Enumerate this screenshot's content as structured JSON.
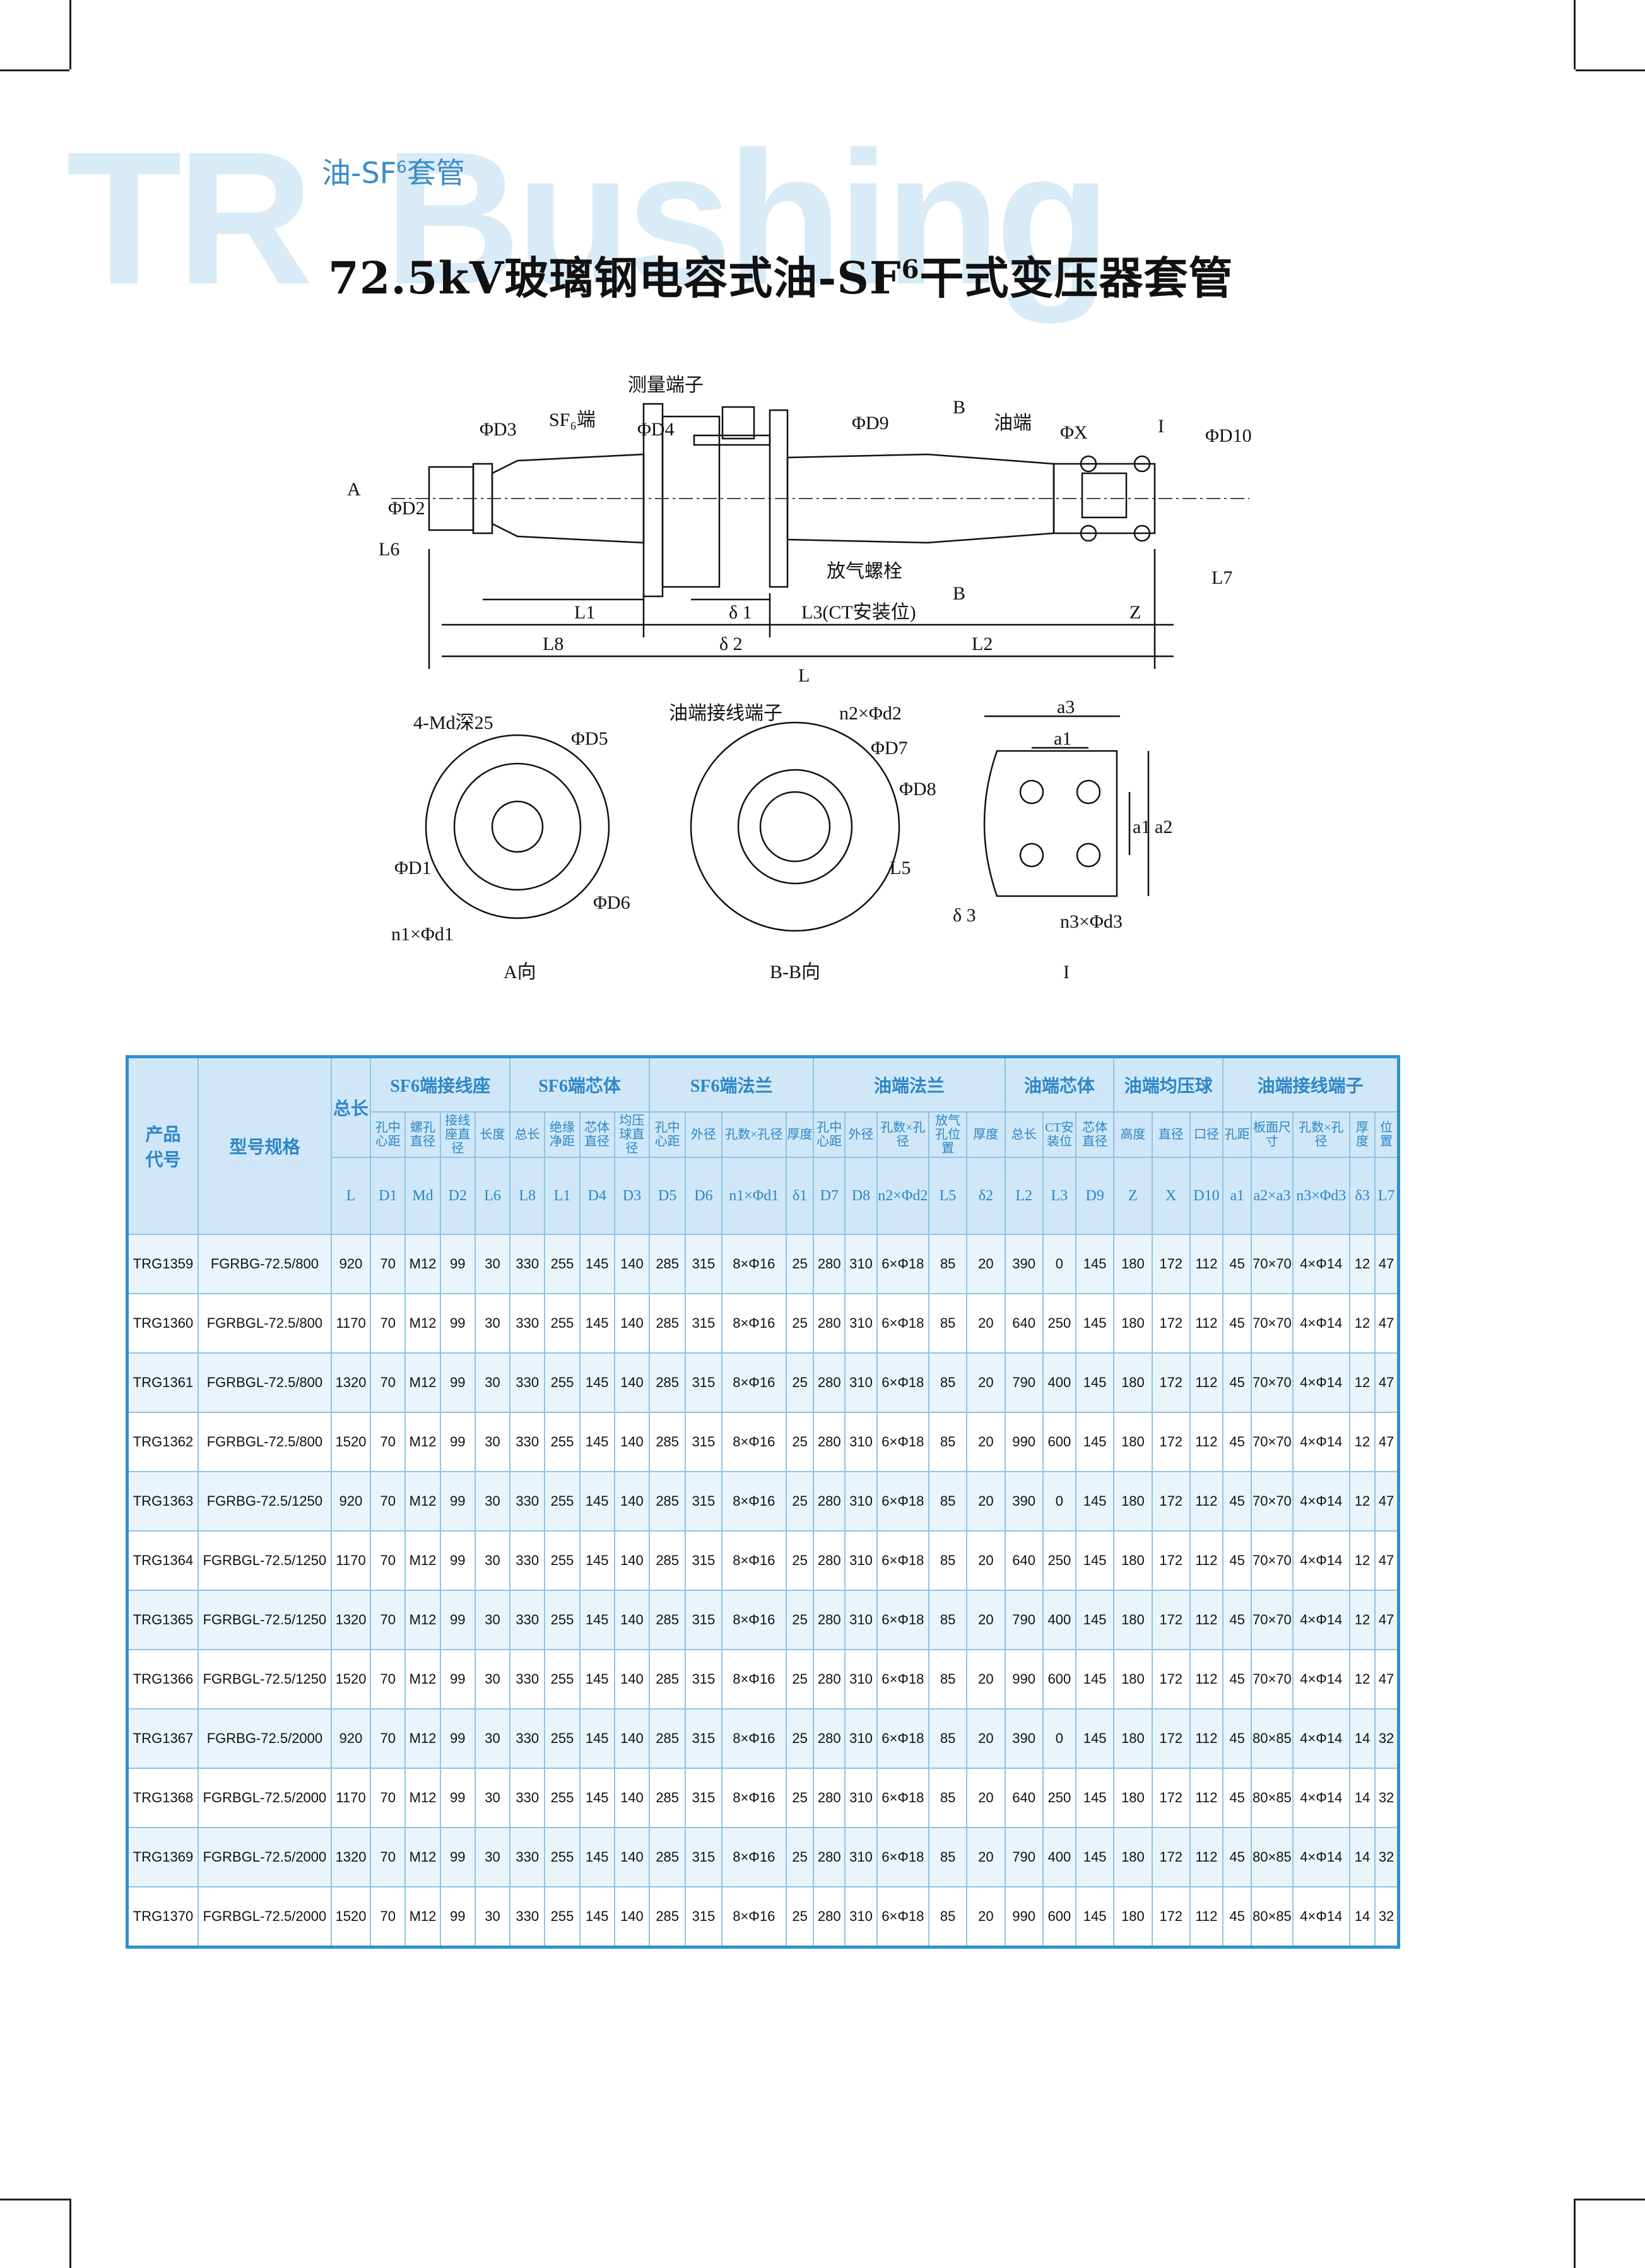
{
  "watermark": {
    "part1": "TR",
    "part2": "Bushing"
  },
  "subtitle": {
    "main": "油-SF",
    "sub": "6",
    "end": "套管"
  },
  "title": {
    "main": "72.5kV玻璃钢电容式油-SF",
    "sub": "6",
    "end": "干式变压器套管"
  },
  "drawing": {
    "labels": {
      "A": "A",
      "D2": "ΦD2",
      "D3": "ΦD3",
      "sf6end": "SF₆端",
      "D4": "ΦD4",
      "measure_terminal": "测量端子",
      "D9": "ΦD9",
      "B_top": "B",
      "oil_end": "油端",
      "X": "ΦX",
      "I_top": "I",
      "D10": "ΦD10",
      "L6": "L6",
      "L1": "L1",
      "delta1": "δ 1",
      "vent_bolt": "放气螺栓",
      "L3": "L3(CT安装位)",
      "B_bottom": "B",
      "L7": "L7",
      "Z": "Z",
      "L8": "L8",
      "delta2": "δ 2",
      "L2": "L2",
      "L": "L",
      "md_depth": "4-Md深25",
      "D5": "ΦD5",
      "D1": "ΦD1",
      "D6": "ΦD6",
      "n1d1": "n1×Φd1",
      "oil_terminal": "油端接线端子",
      "n2d2": "n2×Φd2",
      "D7": "ΦD7",
      "D8": "ΦD8",
      "L5": "L5",
      "a3": "a3",
      "a1_top": "a1",
      "a1_side": "a1",
      "a2": "a2",
      "delta3": "δ 3",
      "n3d3": "n3×Φd3",
      "view_A": "A向",
      "view_BB": "B-B向",
      "view_I": "I"
    }
  },
  "table": {
    "row1": {
      "code": "产品\n代号",
      "model": "型号规格",
      "total_length": "总长",
      "groups": [
        "SF6端接线座",
        "SF6端芯体",
        "SF6端法兰",
        "油端法兰",
        "油端芯体",
        "油端均压球",
        "油端接线端子"
      ]
    },
    "row2": [
      "孔中心距",
      "螺孔直径",
      "接线座直径",
      "长度",
      "总长",
      "绝缘净距",
      "芯体直径",
      "均压球直径",
      "孔中心距",
      "外径",
      "孔数×孔径",
      "厚度",
      "孔中心距",
      "外径",
      "孔数×孔径",
      "放气孔位置",
      "厚度",
      "总长",
      "CT安装位",
      "芯体直径",
      "高度",
      "直径",
      "口径",
      "孔距",
      "板面尺寸",
      "孔数×孔径",
      "厚度",
      "位置"
    ],
    "row3": [
      "L",
      "D1",
      "Md",
      "D2",
      "L6",
      "L8",
      "L1",
      "D4",
      "D3",
      "D5",
      "D6",
      "n1×Φd1",
      "δ1",
      "D7",
      "D8",
      "n2×Φd2",
      "L5",
      "δ2",
      "L2",
      "L3",
      "D9",
      "Z",
      "X",
      "D10",
      "a1",
      "a2×a3",
      "n3×Φd3",
      "δ3",
      "L7"
    ],
    "rows": [
      [
        "TRG1359",
        "FGRBG-72.5/800",
        "920",
        "70",
        "M12",
        "99",
        "30",
        "330",
        "255",
        "145",
        "140",
        "285",
        "315",
        "8×Φ16",
        "25",
        "280",
        "310",
        "6×Φ18",
        "85",
        "20",
        "390",
        "0",
        "145",
        "180",
        "172",
        "112",
        "45",
        "70×70",
        "4×Φ14",
        "12",
        "47"
      ],
      [
        "TRG1360",
        "FGRBGL-72.5/800",
        "1170",
        "70",
        "M12",
        "99",
        "30",
        "330",
        "255",
        "145",
        "140",
        "285",
        "315",
        "8×Φ16",
        "25",
        "280",
        "310",
        "6×Φ18",
        "85",
        "20",
        "640",
        "250",
        "145",
        "180",
        "172",
        "112",
        "45",
        "70×70",
        "4×Φ14",
        "12",
        "47"
      ],
      [
        "TRG1361",
        "FGRBGL-72.5/800",
        "1320",
        "70",
        "M12",
        "99",
        "30",
        "330",
        "255",
        "145",
        "140",
        "285",
        "315",
        "8×Φ16",
        "25",
        "280",
        "310",
        "6×Φ18",
        "85",
        "20",
        "790",
        "400",
        "145",
        "180",
        "172",
        "112",
        "45",
        "70×70",
        "4×Φ14",
        "12",
        "47"
      ],
      [
        "TRG1362",
        "FGRBGL-72.5/800",
        "1520",
        "70",
        "M12",
        "99",
        "30",
        "330",
        "255",
        "145",
        "140",
        "285",
        "315",
        "8×Φ16",
        "25",
        "280",
        "310",
        "6×Φ18",
        "85",
        "20",
        "990",
        "600",
        "145",
        "180",
        "172",
        "112",
        "45",
        "70×70",
        "4×Φ14",
        "12",
        "47"
      ],
      [
        "TRG1363",
        "FGRBG-72.5/1250",
        "920",
        "70",
        "M12",
        "99",
        "30",
        "330",
        "255",
        "145",
        "140",
        "285",
        "315",
        "8×Φ16",
        "25",
        "280",
        "310",
        "6×Φ18",
        "85",
        "20",
        "390",
        "0",
        "145",
        "180",
        "172",
        "112",
        "45",
        "70×70",
        "4×Φ14",
        "12",
        "47"
      ],
      [
        "TRG1364",
        "FGRBGL-72.5/1250",
        "1170",
        "70",
        "M12",
        "99",
        "30",
        "330",
        "255",
        "145",
        "140",
        "285",
        "315",
        "8×Φ16",
        "25",
        "280",
        "310",
        "6×Φ18",
        "85",
        "20",
        "640",
        "250",
        "145",
        "180",
        "172",
        "112",
        "45",
        "70×70",
        "4×Φ14",
        "12",
        "47"
      ],
      [
        "TRG1365",
        "FGRBGL-72.5/1250",
        "1320",
        "70",
        "M12",
        "99",
        "30",
        "330",
        "255",
        "145",
        "140",
        "285",
        "315",
        "8×Φ16",
        "25",
        "280",
        "310",
        "6×Φ18",
        "85",
        "20",
        "790",
        "400",
        "145",
        "180",
        "172",
        "112",
        "45",
        "70×70",
        "4×Φ14",
        "12",
        "47"
      ],
      [
        "TRG1366",
        "FGRBGL-72.5/1250",
        "1520",
        "70",
        "M12",
        "99",
        "30",
        "330",
        "255",
        "145",
        "140",
        "285",
        "315",
        "8×Φ16",
        "25",
        "280",
        "310",
        "6×Φ18",
        "85",
        "20",
        "990",
        "600",
        "145",
        "180",
        "172",
        "112",
        "45",
        "70×70",
        "4×Φ14",
        "12",
        "47"
      ],
      [
        "TRG1367",
        "FGRBG-72.5/2000",
        "920",
        "70",
        "M12",
        "99",
        "30",
        "330",
        "255",
        "145",
        "140",
        "285",
        "315",
        "8×Φ16",
        "25",
        "280",
        "310",
        "6×Φ18",
        "85",
        "20",
        "390",
        "0",
        "145",
        "180",
        "172",
        "112",
        "45",
        "80×85",
        "4×Φ14",
        "14",
        "32"
      ],
      [
        "TRG1368",
        "FGRBGL-72.5/2000",
        "1170",
        "70",
        "M12",
        "99",
        "30",
        "330",
        "255",
        "145",
        "140",
        "285",
        "315",
        "8×Φ16",
        "25",
        "280",
        "310",
        "6×Φ18",
        "85",
        "20",
        "640",
        "250",
        "145",
        "180",
        "172",
        "112",
        "45",
        "80×85",
        "4×Φ14",
        "14",
        "32"
      ],
      [
        "TRG1369",
        "FGRBGL-72.5/2000",
        "1320",
        "70",
        "M12",
        "99",
        "30",
        "330",
        "255",
        "145",
        "140",
        "285",
        "315",
        "8×Φ16",
        "25",
        "280",
        "310",
        "6×Φ18",
        "85",
        "20",
        "790",
        "400",
        "145",
        "180",
        "172",
        "112",
        "45",
        "80×85",
        "4×Φ14",
        "14",
        "32"
      ],
      [
        "TRG1370",
        "FGRBGL-72.5/2000",
        "1520",
        "70",
        "M12",
        "99",
        "30",
        "330",
        "255",
        "145",
        "140",
        "285",
        "315",
        "8×Φ16",
        "25",
        "280",
        "310",
        "6×Φ18",
        "85",
        "20",
        "990",
        "600",
        "145",
        "180",
        "172",
        "112",
        "45",
        "80×85",
        "4×Φ14",
        "14",
        "32"
      ]
    ]
  }
}
